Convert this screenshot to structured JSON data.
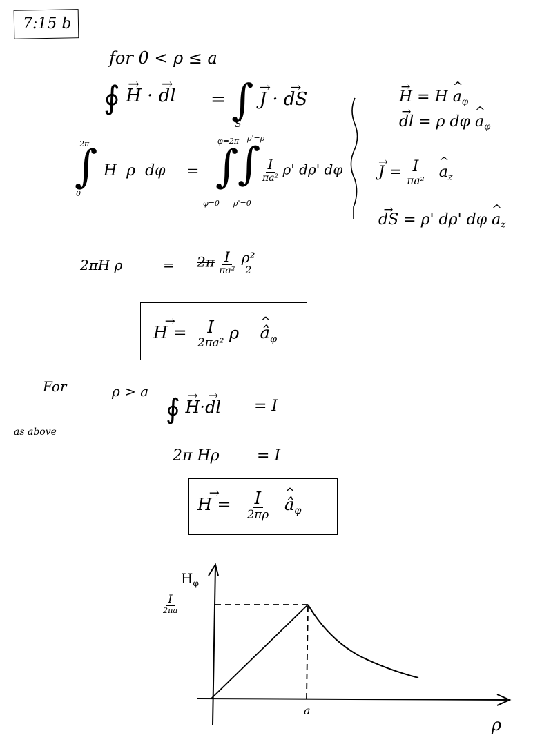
{
  "header": {
    "label": "7:15  b"
  },
  "region1": {
    "condition": "for   0 < ρ ≤ a",
    "ampere_lhs": "∮ H · dl",
    "ampere_rhs": "= ∫ J · dS",
    "surface_label": "S",
    "integral_lhs": {
      "upper": "2π",
      "lower": "0",
      "body": "H  ρ  dφ"
    },
    "integral_rhs": {
      "outer_upper": "φ=2π",
      "outer_lower": "φ=0",
      "inner_upper": "ρ'=ρ",
      "inner_lower": "ρ'=0",
      "numerator": "I",
      "denominator": "πa²",
      "body": "ρ' dρ' dφ"
    },
    "equals": "="
  },
  "side_notes": [
    {
      "lhs": "H",
      "rhs": "H â",
      "sub": "φ"
    },
    {
      "lhs": "dl",
      "rhs": "ρ dφ  â",
      "sub": "φ"
    },
    {
      "lhs": "J",
      "num": "I",
      "den": "πa²",
      "rhs": "â",
      "sub": "z"
    },
    {
      "lhs": "dS",
      "rhs": "ρ' dρ' dφ â",
      "sub": "z"
    }
  ],
  "step1": {
    "lhs": "2πH ρ",
    "eq": "=",
    "struck": "2π",
    "num": "I",
    "den": "πa²",
    "rho_num": "ρ²",
    "rho_den": "2"
  },
  "result1": {
    "lhs": "H =",
    "num": "I",
    "den": "2πa²",
    "tail": "ρ",
    "unit": "â",
    "sub": "φ"
  },
  "region2": {
    "label": "For",
    "condition": "ρ > a",
    "ampere": "∮ H · dl",
    "rhs": "= I",
    "note": "as above"
  },
  "step2": {
    "lhs": "2π Hρ",
    "rhs": "= I"
  },
  "result2": {
    "lhs": "H =",
    "num": "I",
    "den": "2πρ",
    "unit": "â",
    "sub": "φ"
  },
  "chart_data": {
    "type": "line",
    "title": "",
    "xlabel": "ρ",
    "ylabel": "Hφ",
    "x_tick_labels": [
      "a"
    ],
    "y_tick_labels": [
      "I / 2πa"
    ],
    "grid": false,
    "series": [
      {
        "name": "Hφ (ρ ≤ a): I ρ / 2πa²",
        "x": [
          0,
          0.25,
          0.5,
          0.75,
          1.0
        ],
        "y": [
          0,
          0.25,
          0.5,
          0.75,
          1.0
        ]
      },
      {
        "name": "Hφ (ρ > a): I / 2πρ",
        "x": [
          1.0,
          1.25,
          1.5,
          1.75,
          2.0,
          2.25,
          2.5
        ],
        "y": [
          1.0,
          0.8,
          0.667,
          0.571,
          0.5,
          0.444,
          0.4
        ]
      }
    ],
    "annotations": [
      "dashed line from y-axis to peak at (a, I/2πa)",
      "dashed vertical line from peak down to ρ = a"
    ],
    "xlim": [
      0,
      3.0
    ],
    "ylim": [
      0,
      1.4
    ]
  }
}
